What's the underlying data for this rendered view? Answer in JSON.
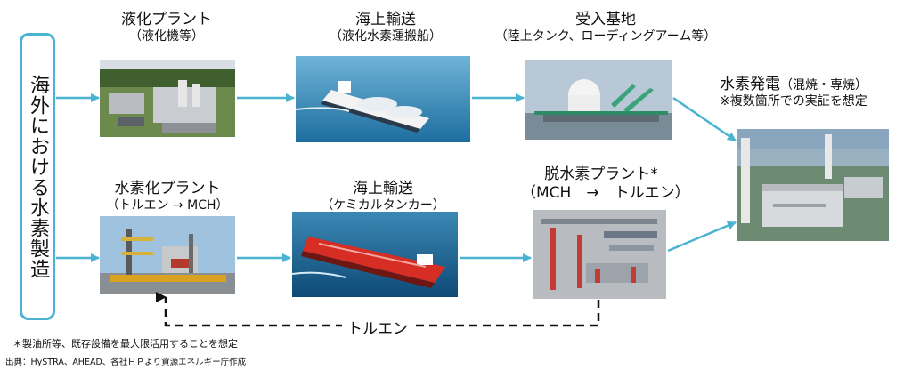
{
  "left_label": "海外における水素製造",
  "top_row": [
    {
      "title": "液化プラント",
      "subtitle": "（液化機等）",
      "image": "liquefaction-plant-photo"
    },
    {
      "title": "海上輸送",
      "subtitle": "（液化水素運搬船）",
      "image": "lh2-carrier-ship-photo"
    },
    {
      "title": "受入基地",
      "subtitle": "（陸上タンク、ローディングアーム等）",
      "image": "receiving-terminal-photo"
    }
  ],
  "bottom_row": [
    {
      "title": "水素化プラント",
      "subtitle": "（トルエン → MCH）",
      "image": "hydrogenation-plant-photo"
    },
    {
      "title": "海上輸送",
      "subtitle": "（ケミカルタンカー）",
      "image": "chemical-tanker-photo"
    },
    {
      "title": "脱水素プラント*",
      "subtitle": "（MCH　→　トルエン）",
      "image": "dehydrogenation-plant-photo"
    }
  ],
  "power": {
    "title": "水素発電",
    "title_note": "（混焼・専焼）",
    "subtitle": "※複数箇所での実証を想定",
    "image": "power-plant-photo"
  },
  "return_flow_label": "トルエン",
  "footnote": "＊製油所等、既存設備を最大限活用することを想定",
  "source": "出典：HySTRA、AHEAD、各社ＨＰより資源エネルギー庁作成",
  "colors": {
    "arrow": "#4bb3d2",
    "box_border": "#4bb3d2",
    "dashed": "#111111"
  }
}
